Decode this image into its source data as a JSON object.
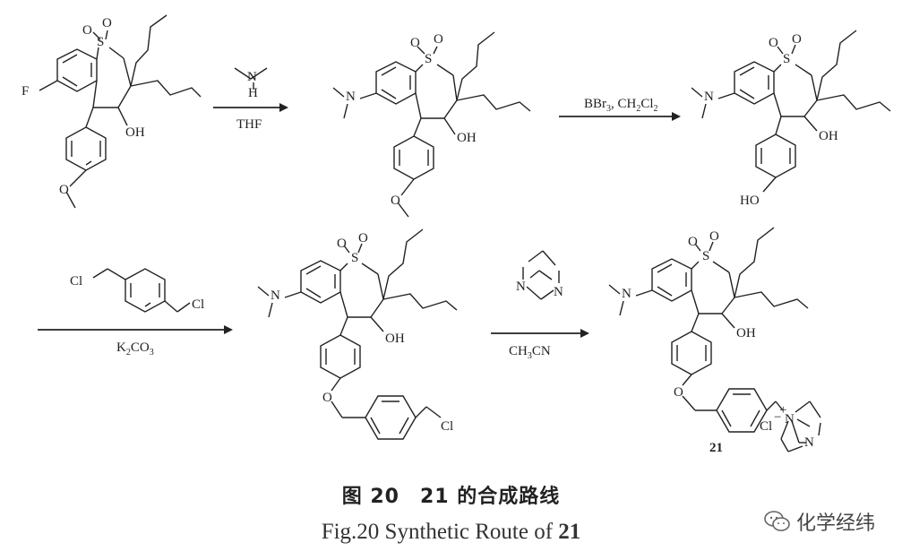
{
  "reagents": {
    "step1_below": "THF",
    "step2_above_pre": "BBr",
    "step2_above_sub": "3",
    "step2_above_post": ", CH",
    "step2_above_sub2": "2",
    "step2_above_post2": "Cl",
    "step2_above_sub3": "2",
    "step3_below_pre": "K",
    "step3_below_sub": "2",
    "step3_below_mid": "CO",
    "step3_below_sub2": "3",
    "step4_below_pre": "CH",
    "step4_below_sub": "3",
    "step4_below_post": "CN"
  },
  "atoms": {
    "O": "O",
    "S": "S",
    "F": "F",
    "OH": "OH",
    "HO": "HO",
    "N": "N",
    "H": "H",
    "Cl": "Cl",
    "plus": "+",
    "minus": "−"
  },
  "compound_label": "21",
  "caption": {
    "cn": "图 20　21 的合成路线",
    "en_prefix": "Fig.20   Synthetic Route of ",
    "en_bold": "21"
  },
  "watermark": {
    "text": "化学经纬",
    "icon": "wechat-icon"
  }
}
